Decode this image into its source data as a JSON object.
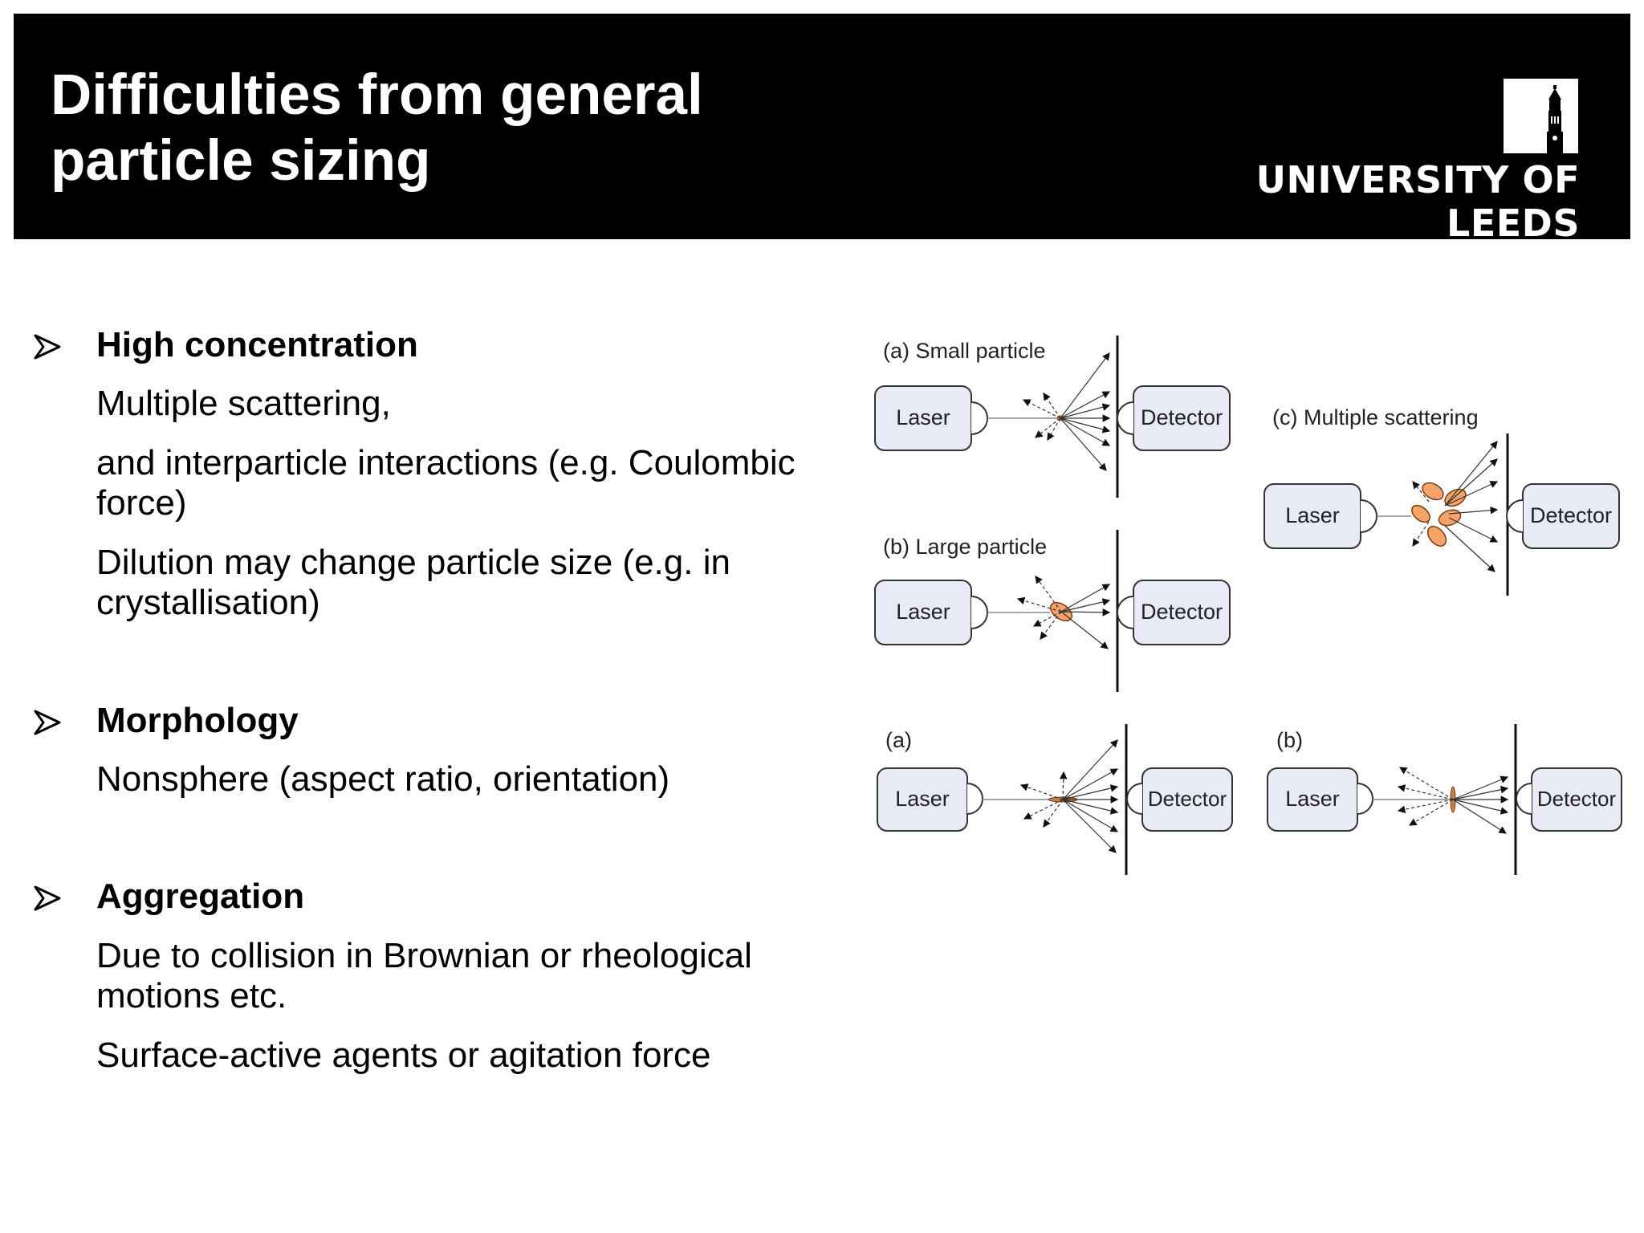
{
  "slide": {
    "title": "Difficulties from general particle sizing",
    "title_line1": "Difficulties from general",
    "title_line2": "particle sizing",
    "logo_text": "UNIVERSITY OF LEEDS"
  },
  "sections": [
    {
      "heading": "High concentration",
      "lines": [
        "Multiple scattering,",
        "and interparticle interactions (e.g. Coulombic",
        "force)",
        "Dilution may change particle size (e.g. in",
        "crystallisation)"
      ]
    },
    {
      "heading": "Morphology",
      "lines": [
        "Nonsphere (aspect ratio, orientation)"
      ]
    },
    {
      "heading": "Aggregation",
      "lines": [
        "Due to collision in Brownian or rheological",
        "motions etc.",
        "Surface-active agents or agitation force"
      ]
    }
  ],
  "diagram": {
    "label_a_small": "(a) Small particle",
    "label_b_large": "(b) Large particle",
    "label_c_multiple": "(c) Multiple scattering",
    "label_a": "(a)",
    "label_b": "(b)",
    "laser": "Laser",
    "detector": "Detector",
    "colors": {
      "box_fill": "#e8eaf6",
      "box_stroke": "#333333",
      "particle_fill": "#f4a46a",
      "particle_stroke": "#7a3a10"
    }
  }
}
